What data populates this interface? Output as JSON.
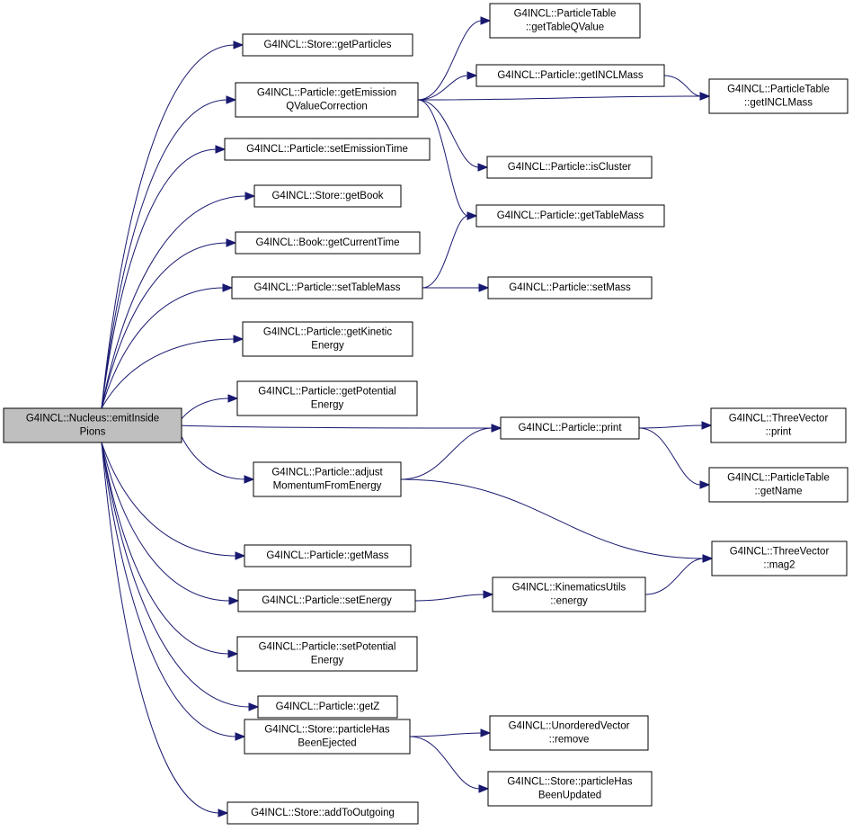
{
  "diagram": {
    "root": {
      "id": "root",
      "lines": [
        "G4INCL::Nucleus::emitInside",
        "Pions"
      ]
    },
    "nodes": [
      {
        "id": "store_getParticles",
        "lines": [
          "G4INCL::Store::getParticles"
        ]
      },
      {
        "id": "particle_getEmissionQValueCorrection",
        "lines": [
          "G4INCL::Particle::getEmission",
          "QValueCorrection"
        ]
      },
      {
        "id": "particle_setEmissionTime",
        "lines": [
          "G4INCL::Particle::setEmissionTime"
        ]
      },
      {
        "id": "store_getBook",
        "lines": [
          "G4INCL::Store::getBook"
        ]
      },
      {
        "id": "book_getCurrentTime",
        "lines": [
          "G4INCL::Book::getCurrentTime"
        ]
      },
      {
        "id": "particle_setTableMass",
        "lines": [
          "G4INCL::Particle::setTableMass"
        ]
      },
      {
        "id": "particle_getKineticEnergy",
        "lines": [
          "G4INCL::Particle::getKinetic",
          "Energy"
        ]
      },
      {
        "id": "particle_getPotentialEnergy",
        "lines": [
          "G4INCL::Particle::getPotential",
          "Energy"
        ]
      },
      {
        "id": "particle_adjustMomentumFromEnergy",
        "lines": [
          "G4INCL::Particle::adjust",
          "MomentumFromEnergy"
        ]
      },
      {
        "id": "particle_getMass",
        "lines": [
          "G4INCL::Particle::getMass"
        ]
      },
      {
        "id": "particle_setEnergy",
        "lines": [
          "G4INCL::Particle::setEnergy"
        ]
      },
      {
        "id": "particle_setPotentialEnergy",
        "lines": [
          "G4INCL::Particle::setPotential",
          "Energy"
        ]
      },
      {
        "id": "particle_getZ",
        "lines": [
          "G4INCL::Particle::getZ"
        ]
      },
      {
        "id": "store_particleHasBeenEjected",
        "lines": [
          "G4INCL::Store::particleHas",
          "BeenEjected"
        ]
      },
      {
        "id": "store_addToOutgoing",
        "lines": [
          "G4INCL::Store::addToOutgoing"
        ]
      },
      {
        "id": "particletable_getTableQValue",
        "lines": [
          "G4INCL::ParticleTable",
          "::getTableQValue"
        ]
      },
      {
        "id": "particle_getINCLMass",
        "lines": [
          "G4INCL::Particle::getINCLMass"
        ]
      },
      {
        "id": "particle_isCluster",
        "lines": [
          "G4INCL::Particle::isCluster"
        ]
      },
      {
        "id": "particle_getTableMass",
        "lines": [
          "G4INCL::Particle::getTableMass"
        ]
      },
      {
        "id": "particle_setMass",
        "lines": [
          "G4INCL::Particle::setMass"
        ]
      },
      {
        "id": "particle_print",
        "lines": [
          "G4INCL::Particle::print"
        ]
      },
      {
        "id": "kinematicsutils_energy",
        "lines": [
          "G4INCL::KinematicsUtils",
          "::energy"
        ]
      },
      {
        "id": "unorderedvector_remove",
        "lines": [
          "G4INCL::UnorderedVector",
          "::remove"
        ]
      },
      {
        "id": "store_particleHasBeenUpdated",
        "lines": [
          "G4INCL::Store::particleHas",
          "BeenUpdated"
        ]
      },
      {
        "id": "particletable_getINCLMass",
        "lines": [
          "G4INCL::ParticleTable",
          "::getINCLMass"
        ]
      },
      {
        "id": "threevector_print",
        "lines": [
          "G4INCL::ThreeVector",
          "::print"
        ]
      },
      {
        "id": "particletable_getName",
        "lines": [
          "G4INCL::ParticleTable",
          "::getName"
        ]
      },
      {
        "id": "threevector_mag2",
        "lines": [
          "G4INCL::ThreeVector",
          "::mag2"
        ]
      }
    ],
    "edges": [
      [
        "root",
        "store_getParticles"
      ],
      [
        "root",
        "particle_getEmissionQValueCorrection"
      ],
      [
        "root",
        "particle_setEmissionTime"
      ],
      [
        "root",
        "store_getBook"
      ],
      [
        "root",
        "book_getCurrentTime"
      ],
      [
        "root",
        "particle_setTableMass"
      ],
      [
        "root",
        "particle_getKineticEnergy"
      ],
      [
        "root",
        "particle_getPotentialEnergy"
      ],
      [
        "root",
        "particle_print"
      ],
      [
        "root",
        "particle_adjustMomentumFromEnergy"
      ],
      [
        "root",
        "particle_getMass"
      ],
      [
        "root",
        "particle_setEnergy"
      ],
      [
        "root",
        "particle_setPotentialEnergy"
      ],
      [
        "root",
        "particle_getZ"
      ],
      [
        "root",
        "store_particleHasBeenEjected"
      ],
      [
        "root",
        "store_addToOutgoing"
      ],
      [
        "particle_getEmissionQValueCorrection",
        "particletable_getTableQValue"
      ],
      [
        "particle_getEmissionQValueCorrection",
        "particle_getINCLMass"
      ],
      [
        "particle_getEmissionQValueCorrection",
        "particletable_getINCLMass"
      ],
      [
        "particle_getEmissionQValueCorrection",
        "particle_isCluster"
      ],
      [
        "particle_getEmissionQValueCorrection",
        "particle_getTableMass"
      ],
      [
        "particle_getINCLMass",
        "particletable_getINCLMass"
      ],
      [
        "particle_setTableMass",
        "particle_getTableMass"
      ],
      [
        "particle_setTableMass",
        "particle_setMass"
      ],
      [
        "particle_adjustMomentumFromEnergy",
        "particle_print"
      ],
      [
        "particle_adjustMomentumFromEnergy",
        "threevector_mag2"
      ],
      [
        "particle_print",
        "threevector_print"
      ],
      [
        "particle_print",
        "particletable_getName"
      ],
      [
        "particle_setEnergy",
        "kinematicsutils_energy"
      ],
      [
        "kinematicsutils_energy",
        "threevector_mag2"
      ],
      [
        "store_particleHasBeenEjected",
        "unorderedvector_remove"
      ],
      [
        "store_particleHasBeenEjected",
        "store_particleHasBeenUpdated"
      ]
    ],
    "colors": {
      "edge": "#191970",
      "root_fill": "#bfbfbf",
      "node_fill": "#ffffff",
      "border": "#000000"
    }
  }
}
